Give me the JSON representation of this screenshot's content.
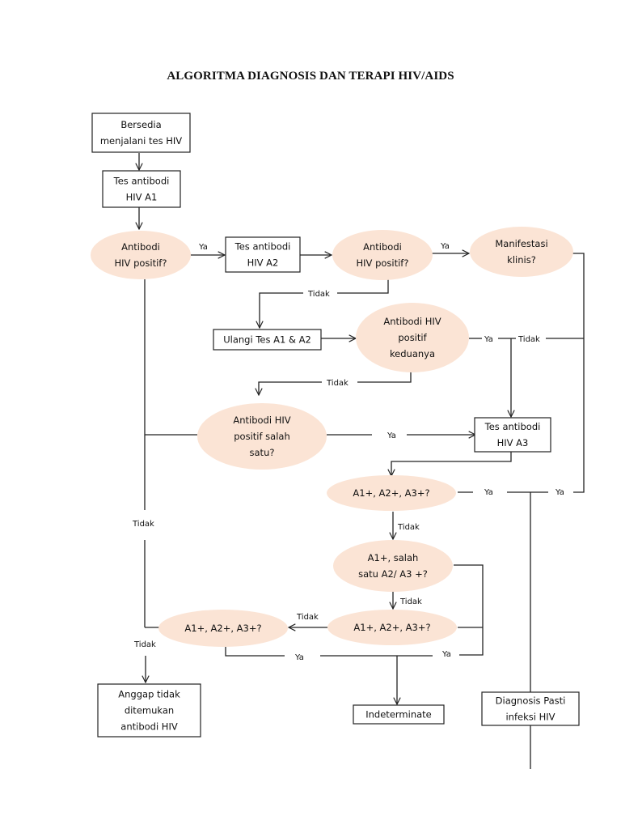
{
  "title": "ALGORITMA DIAGNOSIS DAN TERAPI HIV/AIDS",
  "colors": {
    "decision_fill": "#FBE4D5",
    "line": "#222222",
    "box_fill": "#FFFFFF"
  },
  "nodes": {
    "bersedia": {
      "type": "process",
      "lines": [
        "Bersedia",
        "menjalani tes HIV"
      ]
    },
    "tes_a1": {
      "type": "process",
      "lines": [
        "Tes antibodi",
        "HIV A1"
      ]
    },
    "dec_positif_1": {
      "type": "decision",
      "lines": [
        "Antibodi",
        "HIV positif?"
      ]
    },
    "tes_a2": {
      "type": "process",
      "lines": [
        "Tes antibodi",
        "HIV A2"
      ]
    },
    "dec_positif_2": {
      "type": "decision",
      "lines": [
        "Antibodi",
        "HIV positif?"
      ]
    },
    "manifestasi": {
      "type": "decision",
      "lines": [
        "Manifestasi",
        "klinis?"
      ]
    },
    "ulangi": {
      "type": "process",
      "lines": [
        "Ulangi Tes A1 & A2"
      ]
    },
    "dec_keduanya": {
      "type": "decision",
      "lines": [
        "Antibodi HIV",
        "positif",
        "keduanya"
      ]
    },
    "dec_salah_satu": {
      "type": "decision",
      "lines": [
        "Antibodi HIV",
        "positif salah",
        "satu?"
      ]
    },
    "tes_a3": {
      "type": "process",
      "lines": [
        "Tes antibodi",
        "HIV A3"
      ]
    },
    "dec_a123_1": {
      "type": "decision",
      "lines": [
        "A1+, A2+, A3+?"
      ]
    },
    "dec_a1_salah": {
      "type": "decision",
      "lines": [
        "A1+, salah",
        "satu A2/ A3 +?"
      ]
    },
    "dec_a123_2": {
      "type": "decision",
      "lines": [
        "A1+, A2+, A3+?"
      ]
    },
    "dec_a123_3": {
      "type": "decision",
      "lines": [
        "A1+, A2+, A3+?"
      ]
    },
    "anggap": {
      "type": "process",
      "lines": [
        "Anggap tidak",
        "ditemukan",
        "antibodi HIV"
      ]
    },
    "indeterminate": {
      "type": "process",
      "lines": [
        "Indeterminate"
      ]
    },
    "diagnosis": {
      "type": "process",
      "lines": [
        "Diagnosis Pasti",
        "infeksi HIV"
      ]
    }
  },
  "edge_labels": {
    "ya_1": "Ya",
    "ya_2": "Ya",
    "tidak_1": "Tidak",
    "ya_3": "Ya",
    "tidak_2": "Tidak",
    "tidak_3": "Tidak",
    "ya_4": "Ya",
    "ya_5": "Ya",
    "ya_6": "Ya",
    "tidak_4": "Tidak",
    "tidak_5": "Tidak",
    "tidak_6": "Tidak",
    "tidak_left": "Tidak",
    "tidak_7": "Tidak",
    "ya_7": "Ya",
    "ya_8": "Ya"
  }
}
